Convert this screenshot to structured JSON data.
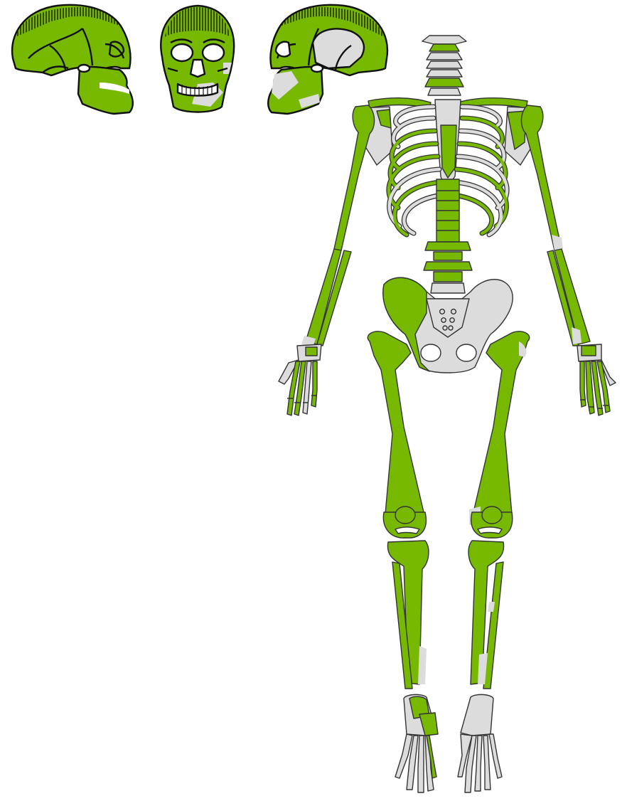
{
  "colors": {
    "present": "#76b900",
    "absent": "#dcdcdc",
    "outline": "#111111",
    "background": "#ffffff",
    "hatch": "#111111"
  },
  "views": [
    "skull-left-lateral",
    "skull-anterior",
    "skull-right-lateral",
    "skeleton-anterior"
  ]
}
